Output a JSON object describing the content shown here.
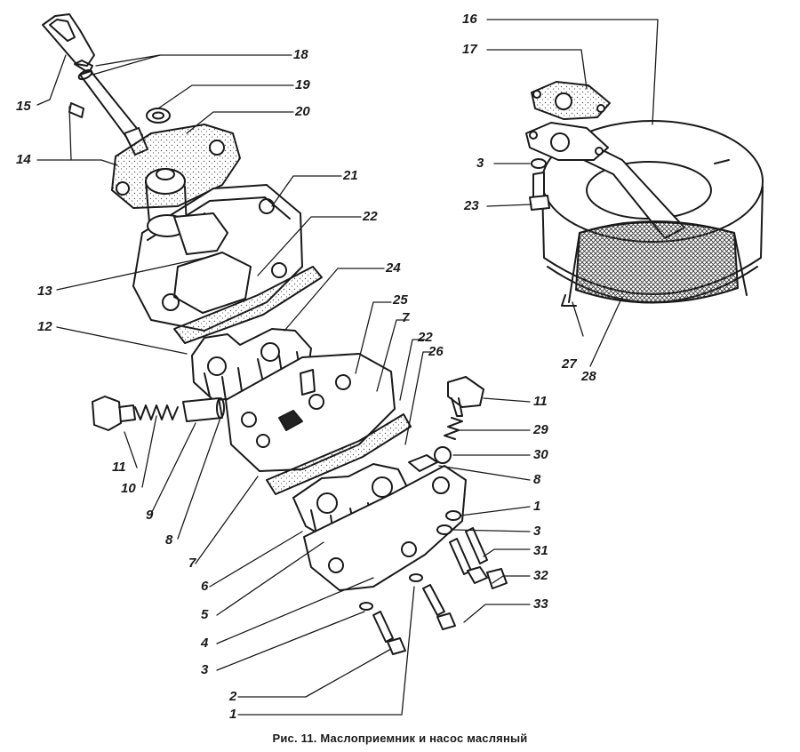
{
  "figure": {
    "caption": "Рис. 11. Маслоприемник и насос масляный",
    "callouts": [
      {
        "id": "c16",
        "text": "16"
      },
      {
        "id": "c17",
        "text": "17"
      },
      {
        "id": "c18",
        "text": "18"
      },
      {
        "id": "c19",
        "text": "19"
      },
      {
        "id": "c20",
        "text": "20"
      },
      {
        "id": "c15",
        "text": "15"
      },
      {
        "id": "c14",
        "text": "14"
      },
      {
        "id": "c21",
        "text": "21"
      },
      {
        "id": "c22a",
        "text": "22"
      },
      {
        "id": "c13",
        "text": "13"
      },
      {
        "id": "c24",
        "text": "24"
      },
      {
        "id": "c12",
        "text": "12"
      },
      {
        "id": "c25",
        "text": "25"
      },
      {
        "id": "c7a",
        "text": "7"
      },
      {
        "id": "c22b",
        "text": "22"
      },
      {
        "id": "c26",
        "text": "26"
      },
      {
        "id": "c3a",
        "text": "3"
      },
      {
        "id": "c23",
        "text": "23"
      },
      {
        "id": "c27",
        "text": "27"
      },
      {
        "id": "c28",
        "text": "28"
      },
      {
        "id": "c11a",
        "text": "11"
      },
      {
        "id": "c29",
        "text": "29"
      },
      {
        "id": "c30",
        "text": "30"
      },
      {
        "id": "c8a",
        "text": "8"
      },
      {
        "id": "c1a",
        "text": "1"
      },
      {
        "id": "c3b",
        "text": "3"
      },
      {
        "id": "c31",
        "text": "31"
      },
      {
        "id": "c32",
        "text": "32"
      },
      {
        "id": "c33",
        "text": "33"
      },
      {
        "id": "c11b",
        "text": "11"
      },
      {
        "id": "c10",
        "text": "10"
      },
      {
        "id": "c9",
        "text": "9"
      },
      {
        "id": "c8b",
        "text": "8"
      },
      {
        "id": "c7b",
        "text": "7"
      },
      {
        "id": "c6",
        "text": "6"
      },
      {
        "id": "c5",
        "text": "5"
      },
      {
        "id": "c4",
        "text": "4"
      },
      {
        "id": "c3c",
        "text": "3"
      },
      {
        "id": "c2",
        "text": "2"
      },
      {
        "id": "c1b",
        "text": "1"
      }
    ]
  }
}
